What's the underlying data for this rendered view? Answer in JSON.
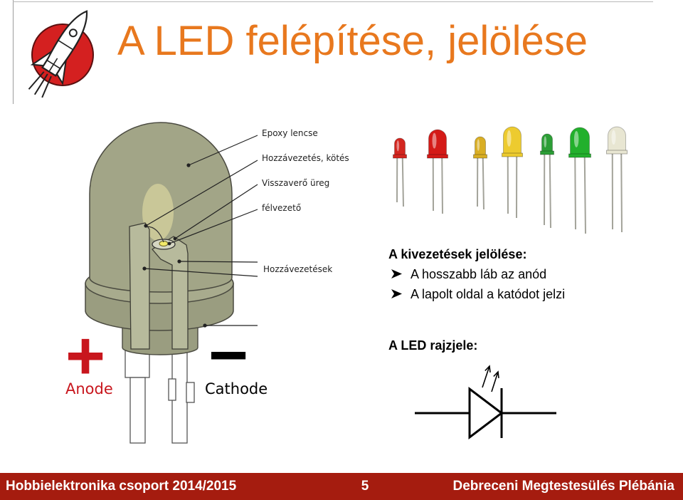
{
  "slide": {
    "title": "A LED felépítése, jelölése",
    "logo_icon": "rocket-icon",
    "colors": {
      "title": "#E8781E",
      "footer_bg": "#A51C0F",
      "footer_text": "#FFFFFF",
      "anode": "#C8161D",
      "cathode": "#000000",
      "led_body": "#A2A587",
      "logo": "#D42020"
    }
  },
  "diagram": {
    "callouts": {
      "epoxy_lens": "Epoxy lencse",
      "wire_bond": "Hozzávezetés, kötés",
      "reflector_cavity": "Visszaverő üreg",
      "semiconductor": "félvezető",
      "leads": "Hozzávezetések"
    },
    "anode": {
      "sign": "+",
      "label": "Anode"
    },
    "cathode": {
      "sign": "−",
      "label": "Cathode"
    }
  },
  "photo": {
    "leds": [
      {
        "color": "#D3261F"
      },
      {
        "color": "#D41A17"
      },
      {
        "color": "#D9AE24"
      },
      {
        "color": "#EDCB2F"
      },
      {
        "color": "#2C9E36"
      },
      {
        "color": "#22B02C"
      },
      {
        "color": "#E8E6D2"
      }
    ]
  },
  "pinout": {
    "heading": "A kivezetések jelölése:",
    "bullet_icon": "arrowhead-bullet-icon",
    "items": [
      "A hosszabb láb az anód",
      "A lapolt oldal a katódot jelzi"
    ]
  },
  "symbol": {
    "heading": "A LED rajzjele:",
    "icon": "led-schematic-symbol"
  },
  "footer": {
    "left": "Hobbielektronika csoport 2014/2015",
    "page": "5",
    "right": "Debreceni Megtestesülés Plébánia"
  }
}
